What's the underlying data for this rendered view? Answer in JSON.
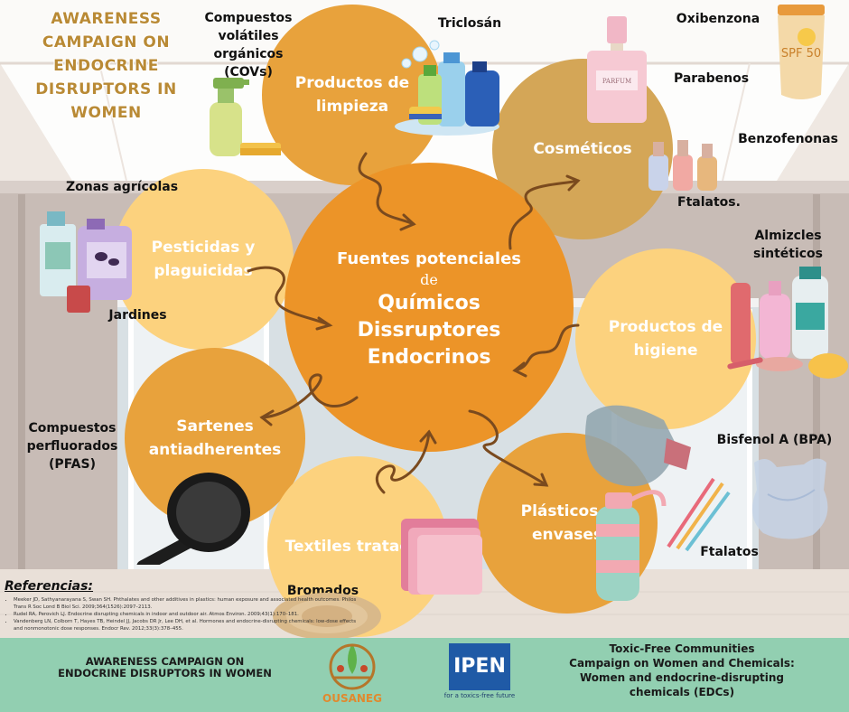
{
  "title": "AWARENESS CAMPAIGN ON ENDOCRINE DISRUPTORS IN WOMEN",
  "colors": {
    "center": "#ec9428",
    "deep": "#e8a23c",
    "tan": "#d4a657",
    "light": "#fcd27e",
    "footer": "#92cfb1",
    "title": "#b98a35",
    "ipen": "#1f5aa6"
  },
  "center": {
    "line1": "Fuentes potenciales",
    "line2": "de",
    "line3": "Químicos",
    "line4": "Dissruptores",
    "line5": "Endocrinos"
  },
  "bubbles": {
    "limpieza": "Productos de limpieza",
    "cosmeticos": "Cosméticos",
    "pesticidas": "Pesticidas y plaguicidas",
    "higiene": "Productos de higiene",
    "sartenes": "Sartenes antiadherentes",
    "textiles": "Textiles tratados",
    "plasticos": "Plásticos y envases"
  },
  "labels": {
    "covs": "Compuestos volátiles orgánicos (COVs)",
    "triclosan": "Triclosán",
    "oxibenzona": "Oxibenzona",
    "parabenos": "Parabenos",
    "benzofenonas": "Benzofenonas",
    "ftalatos_dot": "Ftalatos.",
    "almizcles": "Almizcles sintéticos",
    "zonas": "Zonas agrícolas",
    "jardines": "Jardines",
    "pfas": "Compuestos perfluorados (PFAS)",
    "bpa": "Bisfenol A (BPA)",
    "ftalatos": "Ftalatos",
    "bromados": "Bromados"
  },
  "icons": {
    "spf_text": "SPF 50",
    "parfum_text": "PARFUM"
  },
  "references": {
    "title": "Referencias:",
    "items": [
      "Meeker JD, Sathyanarayana S, Swan SH. Phthalates and other additives in plastics: human exposure and associated health outcomes. Philos Trans R Soc Lond B Biol Sci. 2009;364(1526):2097–2113.",
      "Rudel RA, Perovich LJ. Endocrine disrupting chemicals in indoor and outdoor air. Atmos Environ. 2009;43(1):170–181.",
      "Vandenberg LN, Colborn T, Hayes TB, Heindel JJ, Jacobs DR Jr, Lee DH, et al. Hormones and endocrine-disrupting chemicals: low-dose effects and nonmonotonic dose responses. Endocr Rev. 2012;33(3):378–455."
    ]
  },
  "footer": {
    "campaign": "AWARENESS CAMPAIGN ON ENDOCRINE DISRUPTORS IN WOMEN",
    "ousaneg": "OUSANEG",
    "ipen": "IPEN",
    "ipen_tagline": "for a toxics-free future",
    "right_line1": "Toxic-Free Communities",
    "right_line2": "Campaign on Women and Chemicals:",
    "right_line3": "Women and endocrine-disrupting",
    "right_line4": "chemicals (EDCs)"
  }
}
